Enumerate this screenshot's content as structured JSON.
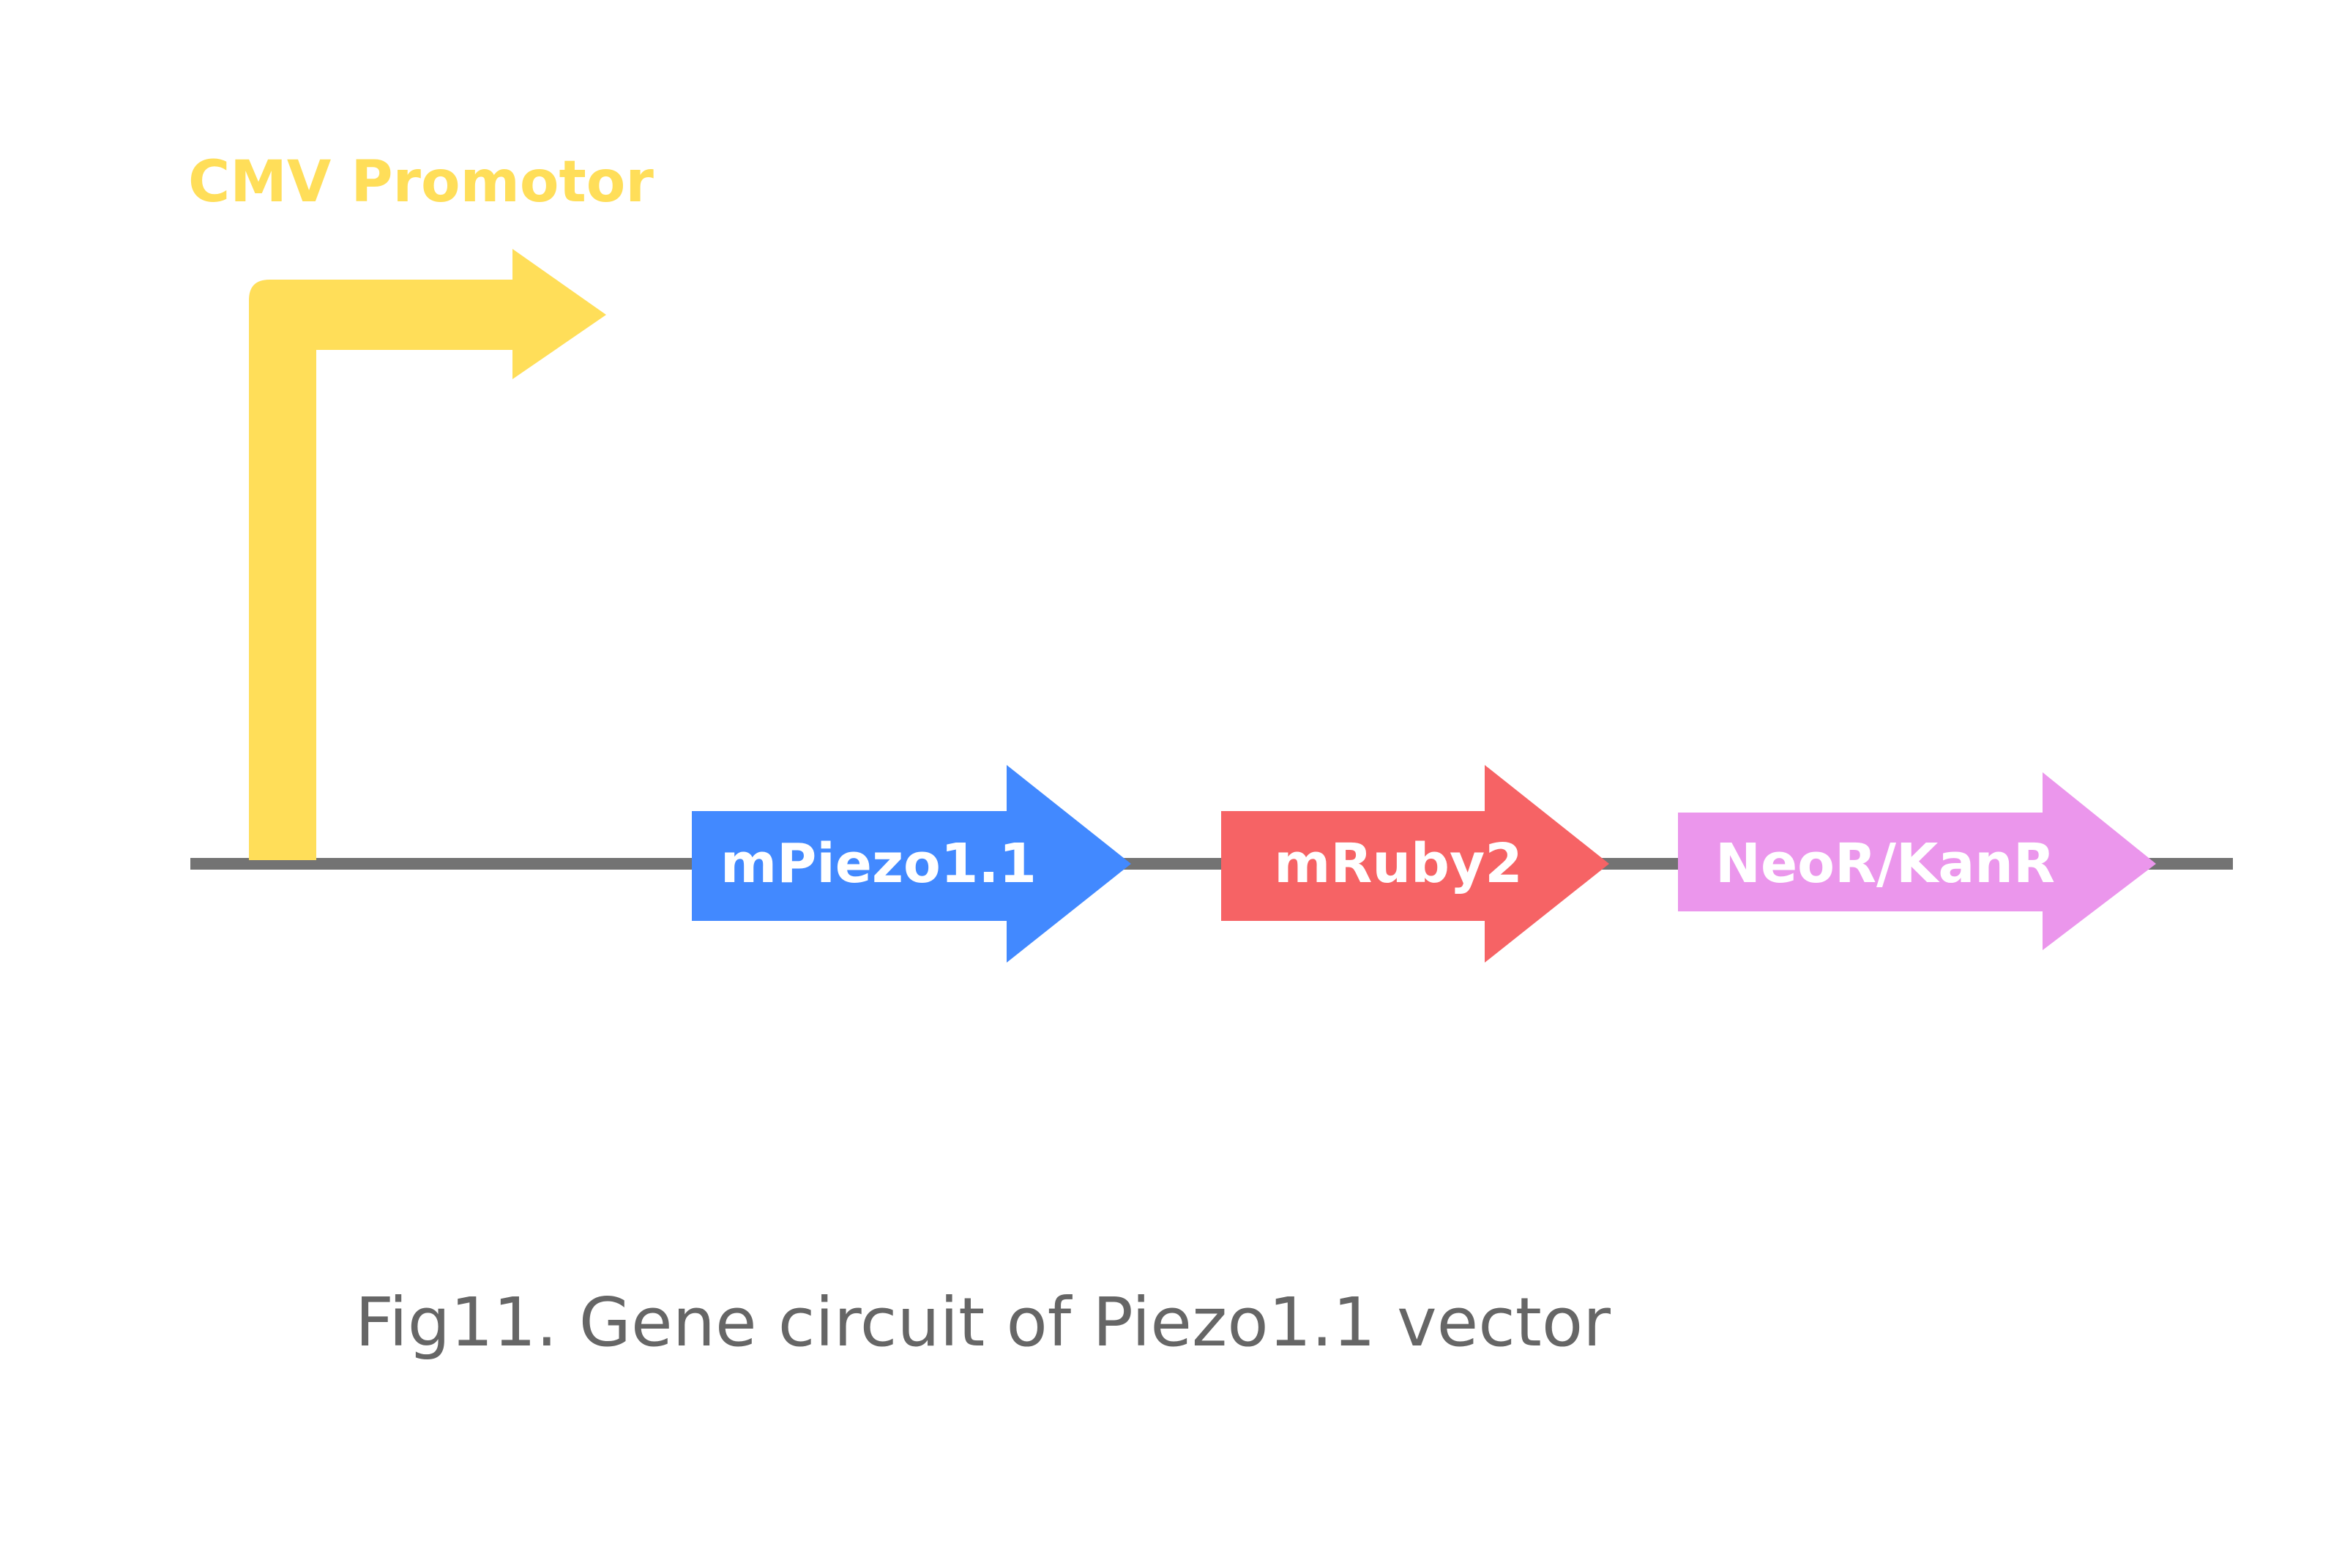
{
  "promoter": {
    "label": "CMV Promotor",
    "color": "#FFDE59"
  },
  "backbone": {
    "color": "#737373"
  },
  "genes": [
    {
      "label": "mPiezo1.1",
      "color": "#4289FF",
      "text_color": "#FFFFFF"
    },
    {
      "label": "mRuby2",
      "color": "#F66365",
      "text_color": "#FFFFFF"
    },
    {
      "label": "NeoR/KanR",
      "color": "#EB96EC",
      "text_color": "#FFFFFF"
    }
  ],
  "caption": {
    "text": "Fig11. Gene circuit of Piezo1.1 vector",
    "color": "#666666"
  }
}
